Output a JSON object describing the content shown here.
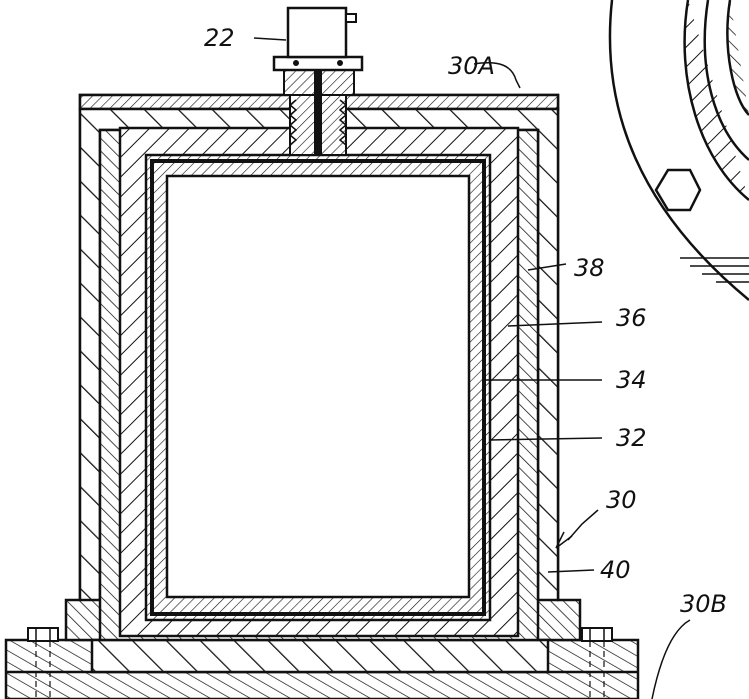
{
  "figure": {
    "labels": {
      "sensor": "22",
      "top_cap": "30A",
      "outer_layer": "38",
      "layer_36": "36",
      "layer_34": "34",
      "inner_layer": "32",
      "housing": "30",
      "insulation": "40",
      "base": "30B"
    }
  }
}
